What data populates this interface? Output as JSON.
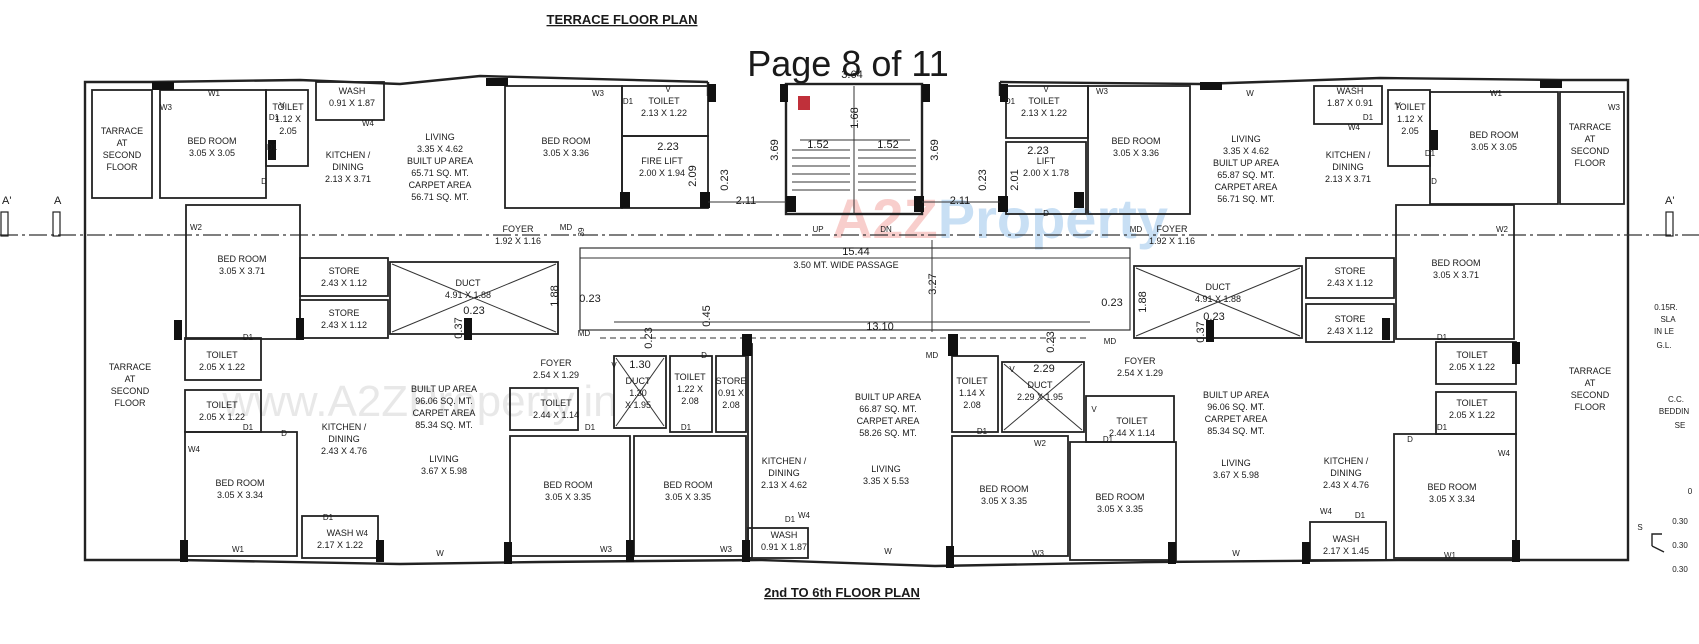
{
  "headings": {
    "terrace": "TERRACE FLOOR PLAN",
    "typical": "2nd TO 6th FLOOR PLAN",
    "page": "Page 8 of 11"
  },
  "watermark": {
    "brand_prefix": "A2Z",
    "brand_suffix": "Property",
    "url": "www.A2ZProperty.in"
  },
  "colors": {
    "brand_red": "#e8524a",
    "brand_blue": "#3c8fd8",
    "brand_yellow": "#e9c640",
    "brand_green": "#5cb85c"
  },
  "icon_names": [
    "fire-extinguisher-icon",
    "north-arrow-icon"
  ],
  "section_marks": {
    "left": "A'",
    "left2": "A",
    "right": "A'"
  },
  "rooms": {
    "tl_terrace": [
      "TARRACE",
      "AT",
      "SECOND",
      "FLOOR"
    ],
    "tl_bed1": [
      "BED ROOM",
      "3.05 X 3.05"
    ],
    "tl_toilet": [
      "TOILET",
      "1.12 X",
      "2.05"
    ],
    "tl_wash": [
      "WASH",
      "0.91 X 1.87"
    ],
    "tl_kitchen": [
      "KITCHEN /",
      "DINING",
      "2.13 X 3.71"
    ],
    "tl_living": [
      "LIVING",
      "3.35 X 4.62",
      "BUILT UP AREA",
      "65.71 SQ. MT.",
      "CARPET AREA",
      "56.71 SQ. MT."
    ],
    "tl_bed2": [
      "BED ROOM",
      "3.05 X 3.36"
    ],
    "tl_toilet2": [
      "TOILET",
      "2.13 X 1.22"
    ],
    "fire_lift": [
      "FIRE LIFT",
      "2.00 X 1.94"
    ],
    "tl_foyer": [
      "FOYER",
      "1.92 X 1.16"
    ],
    "l_bed3": [
      "BED ROOM",
      "3.05 X 3.71"
    ],
    "l_store1": [
      "STORE",
      "2.43 X 1.12"
    ],
    "l_store2": [
      "STORE",
      "2.43 X 1.12"
    ],
    "l_duct": [
      "DUCT",
      "4.91 X 1.88"
    ],
    "passage": [
      "3.50 MT. WIDE PASSAGE"
    ],
    "tr_toilet": [
      "TOILET",
      "2.13 X 1.22"
    ],
    "lift": [
      "LIFT",
      "2.00 X 1.78"
    ],
    "tr_bed": [
      "BED ROOM",
      "3.05 X 3.36"
    ],
    "tr_living": [
      "LIVING",
      "3.35 X 4.62",
      "BUILT UP AREA",
      "65.87 SQ. MT.",
      "CARPET AREA",
      "56.71 SQ. MT."
    ],
    "tr_wash": [
      "WASH",
      "1.87 X 0.91"
    ],
    "tr_kitchen": [
      "KITCHEN /",
      "DINING",
      "2.13 X 3.71"
    ],
    "tr_toilet2": [
      "TOILET",
      "1.12 X",
      "2.05"
    ],
    "tr_bed2": [
      "BED ROOM",
      "3.05 X 3.05"
    ],
    "tr_terrace": [
      "TARRACE",
      "AT",
      "SECOND",
      "FLOOR"
    ],
    "tr_foyer": [
      "FOYER",
      "1.92 X 1.16"
    ],
    "r_store1": [
      "STORE",
      "2.43 X 1.12"
    ],
    "r_store2": [
      "STORE",
      "2.43 X 1.12"
    ],
    "r_bed3": [
      "BED ROOM",
      "3.05 X 3.71"
    ],
    "r_duct": [
      "DUCT",
      "4.91 X 1.88"
    ],
    "bl_terrace": [
      "TARRACE",
      "AT",
      "SECOND",
      "FLOOR"
    ],
    "bl_toilet1": [
      "TOILET",
      "2.05 X 1.22"
    ],
    "bl_toilet2": [
      "TOILET",
      "2.05 X 1.22"
    ],
    "bl_kitchen": [
      "KITCHEN /",
      "DINING",
      "2.43 X 4.76"
    ],
    "bl_area": [
      "BUILT UP AREA",
      "96.06 SQ. MT.",
      "CARPET AREA",
      "85.34 SQ. MT."
    ],
    "bl_living": [
      "LIVING",
      "3.67 X 5.98"
    ],
    "bl_foyer": [
      "FOYER",
      "2.54 X 1.29"
    ],
    "bl_bed": [
      "BED ROOM",
      "3.05 X 3.34"
    ],
    "bl_wash": [
      "WASH",
      "2.17 X 1.22"
    ],
    "bl_toilet3": [
      "TOILET",
      "2.44 X 1.14"
    ],
    "bl_bed2": [
      "BED ROOM",
      "3.05 X 3.35"
    ],
    "c_duct1": [
      "DUCT",
      "1.30",
      "X 1.95"
    ],
    "c_toilet": [
      "TOILET",
      "1.22 X",
      "2.08"
    ],
    "c_store": [
      "STORE",
      "0.91 X",
      "2.08"
    ],
    "c_bed": [
      "BED ROOM",
      "3.05 X 3.35"
    ],
    "c_kitchen": [
      "KITCHEN /",
      "DINING",
      "2.13 X 4.62"
    ],
    "c_area": [
      "BUILT UP AREA",
      "66.87 SQ. MT.",
      "CARPET AREA",
      "58.26 SQ. MT."
    ],
    "c_living": [
      "LIVING",
      "3.35 X 5.53"
    ],
    "c_wash": [
      "WASH",
      "0.91 X 1.87"
    ],
    "c_toilet2": [
      "TOILET",
      "1.14 X",
      "2.08"
    ],
    "c_duct2": [
      "DUCT",
      "2.29  X 1.95"
    ],
    "c_bed2": [
      "BED ROOM",
      "3.05 X 3.35"
    ],
    "br_bed1": [
      "BED ROOM",
      "3.05 X 3.35"
    ],
    "br_toilet": [
      "TOILET",
      "2.44 X 1.14"
    ],
    "br_foyer": [
      "FOYER",
      "2.54 X 1.29"
    ],
    "br_area": [
      "BUILT UP AREA",
      "96.06 SQ. MT.",
      "CARPET AREA",
      "85.34 SQ. MT."
    ],
    "br_living": [
      "LIVING",
      "3.67 X 5.98"
    ],
    "br_kitchen": [
      "KITCHEN /",
      "DINING",
      "2.43 X 4.76"
    ],
    "br_wash": [
      "WASH",
      "2.17 X 1.45"
    ],
    "br_bed2": [
      "BED ROOM",
      "3.05 X 3.34"
    ],
    "br_toilet1": [
      "TOILET",
      "2.05 X 1.22"
    ],
    "br_toilet2": [
      "TOILET",
      "2.05 X 1.22"
    ],
    "br_terrace": [
      "TARRACE",
      "AT",
      "SECOND",
      "FLOOR"
    ]
  },
  "dimensions": {
    "stair_top": "3.64",
    "stair_half_l": "1.52",
    "stair_half_r": "1.52",
    "stair_mid": "1.68",
    "stair_h_l": "3.69",
    "stair_h_r": "3.69",
    "fire_w": "2.23",
    "fire_h": "2.09",
    "lift_w": "2.23",
    "lift_h": "2.01",
    "gap_l1": "0.23",
    "gap_l2": "2.11",
    "gap_r1": "2.11",
    "gap_r2": "0.23",
    "passage_len": "15.44",
    "passage_h": "3.27",
    "duct_l_h": "1.88",
    "duct_l_gap": "0.23",
    "duct_l_gap2": "0.23",
    "duct_l_s": "0.37",
    "duct_r_h": "1.88",
    "duct_r_gap": "0.23",
    "duct_r_gap2": "0.23",
    "duct_r_s": "0.37",
    "low_len": "13.10",
    "low_a": "0.45",
    "low_b": "0.23",
    "low_c": "0.23",
    "duct1_w": "1.30",
    "duct2_w": "2.29",
    "step_up": "UP",
    "step_dn": "DN",
    "stair_l39": "39"
  },
  "labels": {
    "md": "MD",
    "d": "D",
    "d1": "D1",
    "v": "V",
    "w": "W",
    "w1": "W1",
    "w2": "W2",
    "w3": "W3",
    "w4": "W4"
  },
  "right_margin": {
    "lines": [
      "0.15R.",
      "SLA",
      "IN LE",
      "G.L.",
      "C.C.",
      "BEDDIN",
      "SE",
      "0",
      "0.30",
      "0.30",
      "0.30",
      "S"
    ]
  }
}
